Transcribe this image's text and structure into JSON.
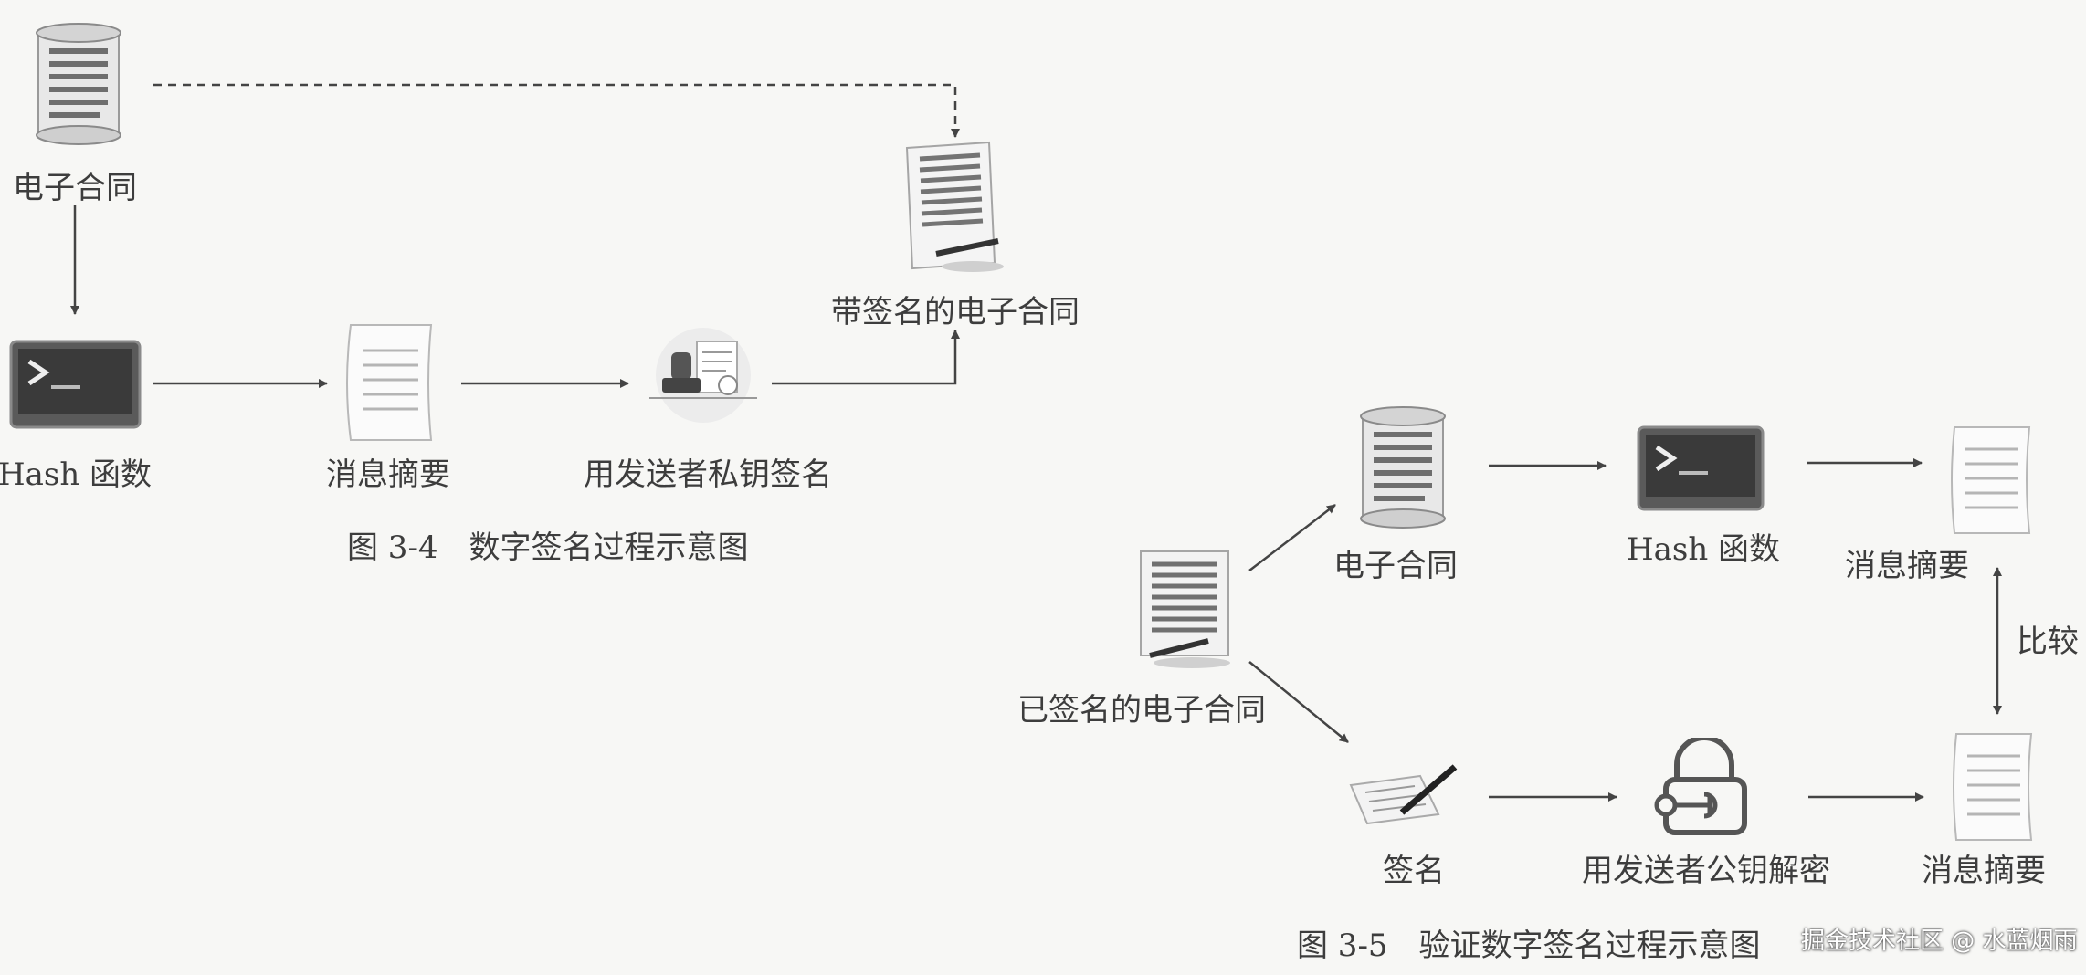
{
  "figure1": {
    "caption": "图 3-4　数字签名过程示意图",
    "nodes": {
      "contract": "电子合同",
      "hash": "Hash 函数",
      "digest": "消息摘要",
      "sign": "用发送者私钥签名",
      "signed_contract": "带签名的电子合同"
    }
  },
  "figure2": {
    "caption": "图 3-5　验证数字签名过程示意图",
    "nodes": {
      "signed_contract": "已签名的电子合同",
      "contract": "电子合同",
      "hash": "Hash 函数",
      "digest_top": "消息摘要",
      "compare": "比较",
      "signature": "签名",
      "decrypt": "用发送者公钥解密",
      "digest_bottom": "消息摘要"
    }
  },
  "watermark": "掘金技术社区 @ 水蓝烟雨",
  "colors": {
    "arrow": "#444444",
    "text": "#3d3d3d",
    "background": "#f7f7f5"
  }
}
